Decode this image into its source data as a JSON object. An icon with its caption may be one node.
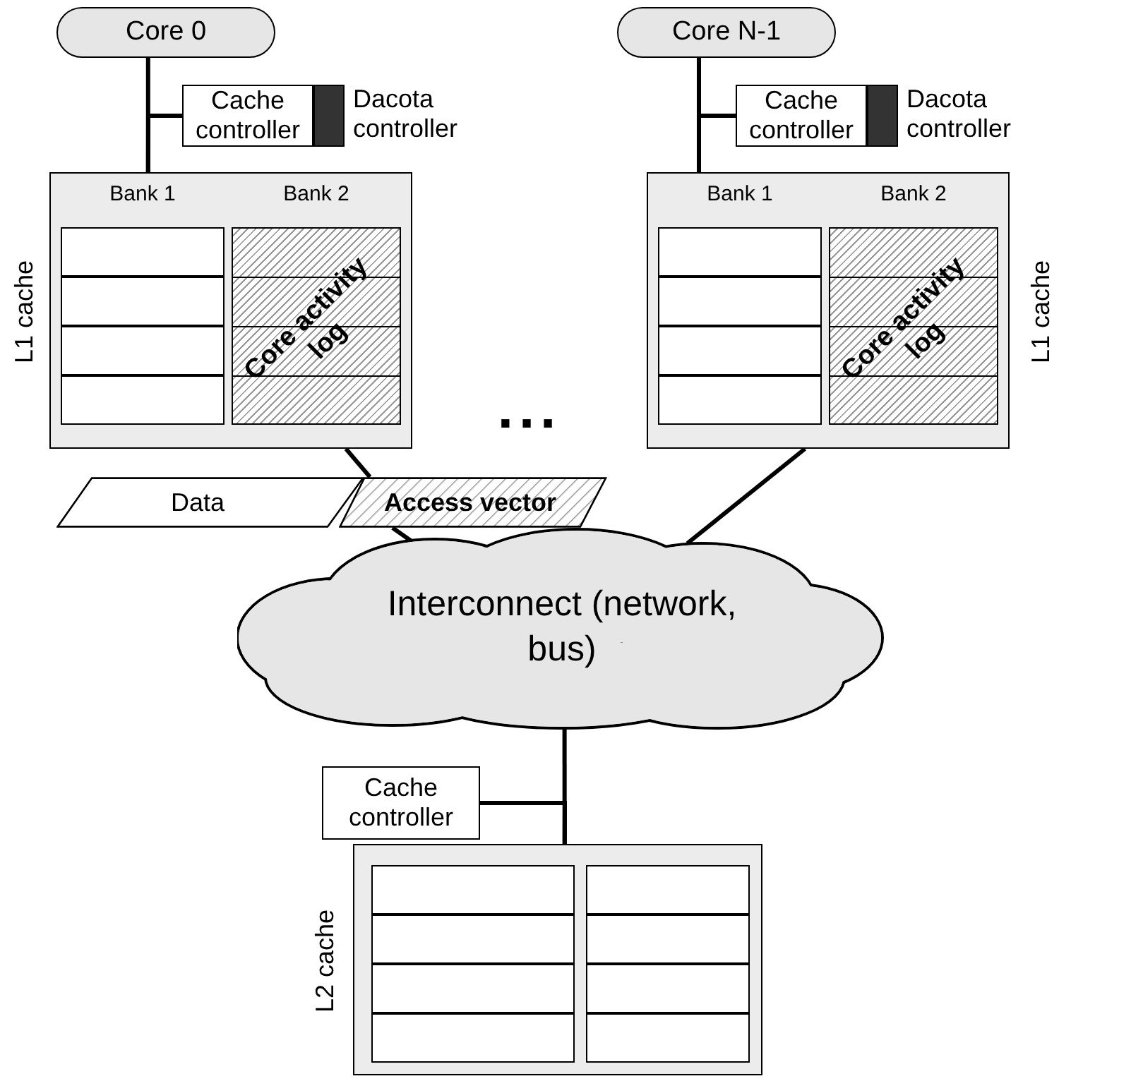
{
  "diagram": {
    "nodes": [
      {
        "text": [
          "Core 0"
        ]
      },
      {
        "text": [
          "Cache controller"
        ]
      },
      {
        "text": [
          "Dacota controller"
        ]
      },
      {
        "text": [
          "L1 cache"
        ]
      },
      {
        "text": [
          "Bank 1"
        ],
        "in": 3
      },
      {
        "text": [
          "Bank 2",
          "Core activity log"
        ],
        "in": 3
      },
      {
        "text": [
          "Core N-1"
        ]
      },
      {
        "text": [
          "Cache controller"
        ]
      },
      {
        "text": [
          "Dacota controller"
        ]
      },
      {
        "text": [
          "L1 cache"
        ]
      },
      {
        "text": [
          "Bank 1"
        ],
        "in": 9
      },
      {
        "text": [
          "Bank 2",
          "Core activity log"
        ],
        "in": 9
      },
      {
        "text": [
          "Data"
        ]
      },
      {
        "text": [
          "Access vector"
        ]
      },
      {
        "text": [
          "Interconnect (network, bus)"
        ]
      },
      {
        "text": [
          "Cache controller"
        ]
      },
      {
        "text": [
          "L2 cache"
        ]
      }
    ],
    "edges": [
      {
        "from": 0,
        "to": 3,
        "arrow": "none"
      },
      {
        "from": 1,
        "to": 3,
        "arrow": "none"
      },
      {
        "from": 6,
        "to": 9,
        "arrow": "none"
      },
      {
        "from": 7,
        "to": 9,
        "arrow": "none"
      },
      {
        "from": 3,
        "to": 13,
        "arrow": "none"
      },
      {
        "from": 13,
        "to": 14,
        "arrow": "none"
      },
      {
        "from": 9,
        "to": 14,
        "arrow": "none"
      },
      {
        "from": 14,
        "to": 16,
        "arrow": "none"
      },
      {
        "from": 15,
        "to": 16,
        "arrow": "none"
      }
    ],
    "labels": [
      "..."
    ]
  }
}
